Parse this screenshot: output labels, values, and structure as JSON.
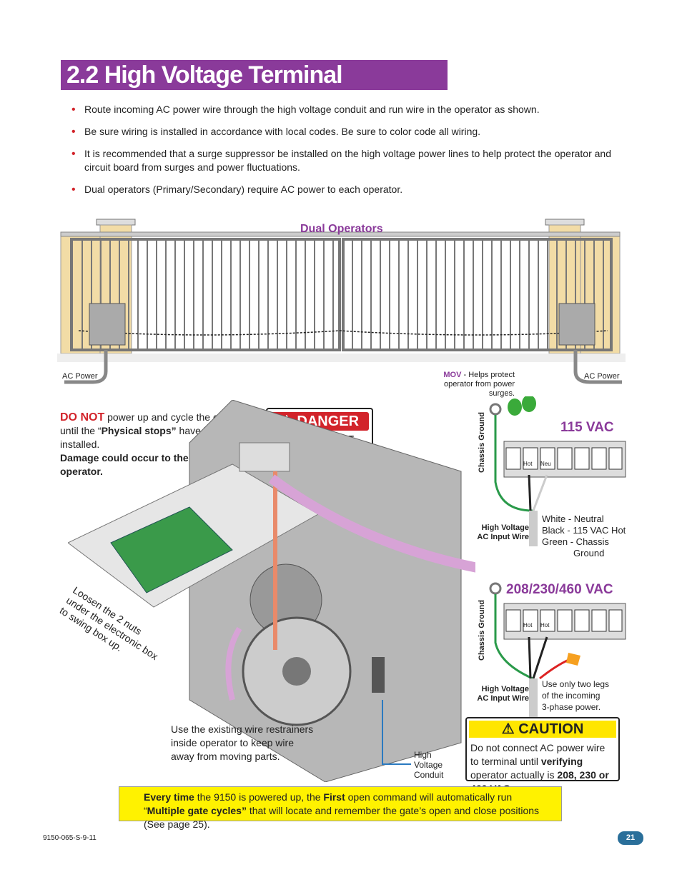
{
  "title": "2.2 High Voltage Terminal Connection",
  "bullets": [
    "Route incoming AC power wire through the high voltage conduit and run wire in the operator as shown.",
    "Be sure wiring is installed in accordance with local codes. Be sure to color code all wiring.",
    "It is recommended that a surge suppressor be installed on the high voltage power lines to help protect the operator and circuit board from surges and power fluctuations.",
    "Dual operators (Primary/Secondary) require AC power to each operator."
  ],
  "gate": {
    "heading": "Dual Operators",
    "ac_left": "AC Power",
    "ac_right": "AC Power"
  },
  "mov": {
    "label": "MOV",
    "text": "- Helps protect operator from power surges."
  },
  "do_not": {
    "label": "DO NOT",
    "text1": "power up and cycle the operator until the “",
    "stops": "Physical stops”",
    "text2": " have been installed.",
    "bold": "Damage could occur to the gate and operator."
  },
  "danger": {
    "label": "DANGER",
    "sub": "HIGH VOLTAGE"
  },
  "vac115": {
    "title": "115 VAC",
    "chassis": "Chassis Ground",
    "hot": "Hot",
    "neu": "Neu",
    "input": "High Voltage AC Input Wire",
    "legend": [
      "White - Neutral",
      "Black - 115 VAC Hot",
      "Green - Chassis",
      "Ground"
    ]
  },
  "vac208": {
    "title": "208/230/460 VAC",
    "chassis": "Chassis Ground",
    "hot1": "Hot",
    "hot2": "Hot",
    "input": "High Voltage AC Input Wire",
    "legend": [
      "Use only two legs",
      "of the incoming",
      "3-phase power."
    ]
  },
  "loosen": [
    "Loosen the 2 nuts",
    "under the electronic box",
    "to swing box up."
  ],
  "restrainers": [
    "Use the existing wire restrainers",
    "inside operator to keep wire",
    "away from moving parts."
  ],
  "conduit": [
    "High",
    "Voltage",
    "Conduit"
  ],
  "caution": {
    "label": "CAUTION",
    "t1": "Do not connect AC power wire to terminal until ",
    "b1": "verifying",
    "t2": " operator actually is ",
    "b2": "208, 230 or 460 VAC."
  },
  "note": {
    "b1": "Every time",
    "t1": " the 9150 is powered up, the ",
    "b2": "First",
    "t2": " open command will automatically run “",
    "b3": "Multiple gate cycles”",
    "t3": " that will locate and remember the gate’s open and close positions (See page 25)."
  },
  "footer": {
    "code": "9150-065-S-9-11",
    "page": "21"
  },
  "colors": {
    "title_bg": "#8a3a9a",
    "danger": "#d2232a",
    "caution": "#ffe600",
    "note": "#fff200",
    "page_badge": "#2a6f9a"
  }
}
